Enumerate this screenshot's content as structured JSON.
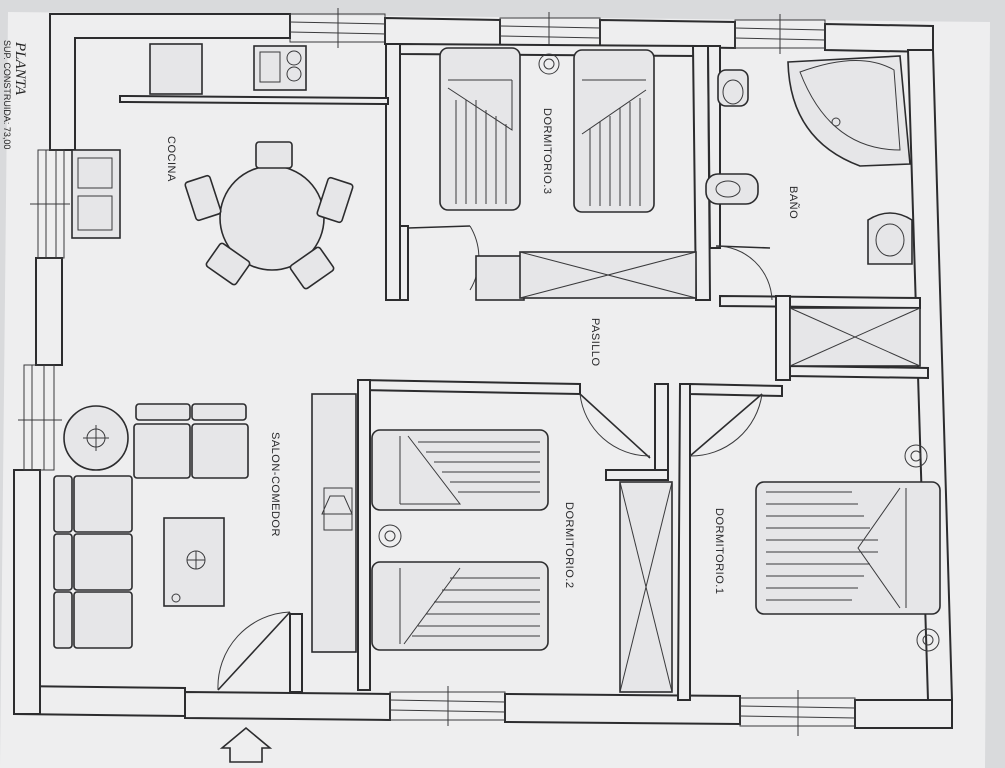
{
  "plan": {
    "title": "PLANTA",
    "subtitle": "SUP. CONSTRUIDA: 73,00",
    "rooms": {
      "cocina": "COCINA",
      "dormitorio3": "DORMITORIO.3",
      "bano": "BAÑO",
      "pasillo": "PASILLO",
      "salon": "SALON-COMEDOR",
      "dormitorio2": "DORMITORIO.2",
      "dormitorio1": "DORMITORIO.1"
    },
    "entrance_icon": "entrance-arrow-icon",
    "colors": {
      "paper": "#eeeeef",
      "ink": "#2c2c2e",
      "background": "#d9dadc"
    }
  }
}
